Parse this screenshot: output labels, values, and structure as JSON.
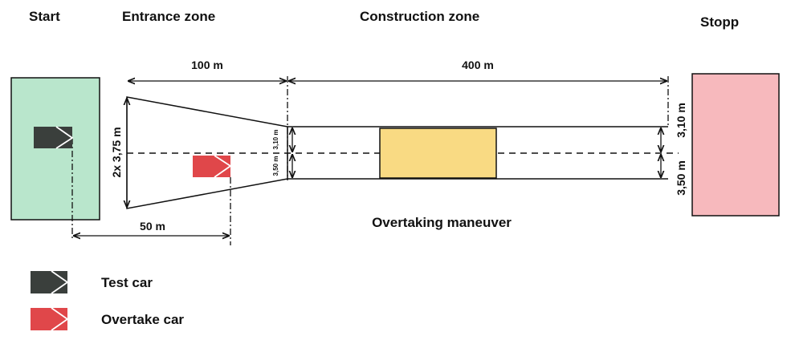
{
  "labels": {
    "start": "Start",
    "entrance_zone": "Entrance zone",
    "construction_zone": "Construction zone",
    "stop": "Stopp",
    "overtaking": "Overtaking maneuver"
  },
  "dimensions": {
    "entrance_length": "100 m",
    "construction_length": "400 m",
    "offset": "50 m",
    "entrance_width": "2x 3,75 m",
    "lane_top_small": "3,10 m",
    "lane_bottom_small": "3,50 m",
    "lane_top_right": "3,10 m",
    "lane_bottom_right": "3,50 m"
  },
  "legend": {
    "test_car": "Test car",
    "overtake_car": "Overtake car"
  },
  "colors": {
    "start_box": "#b9e6cc",
    "stop_box": "#f7b9bd",
    "work_area": "#f9da83",
    "test_car": "#3a3f3c",
    "overtake_car": "#e0474a"
  }
}
